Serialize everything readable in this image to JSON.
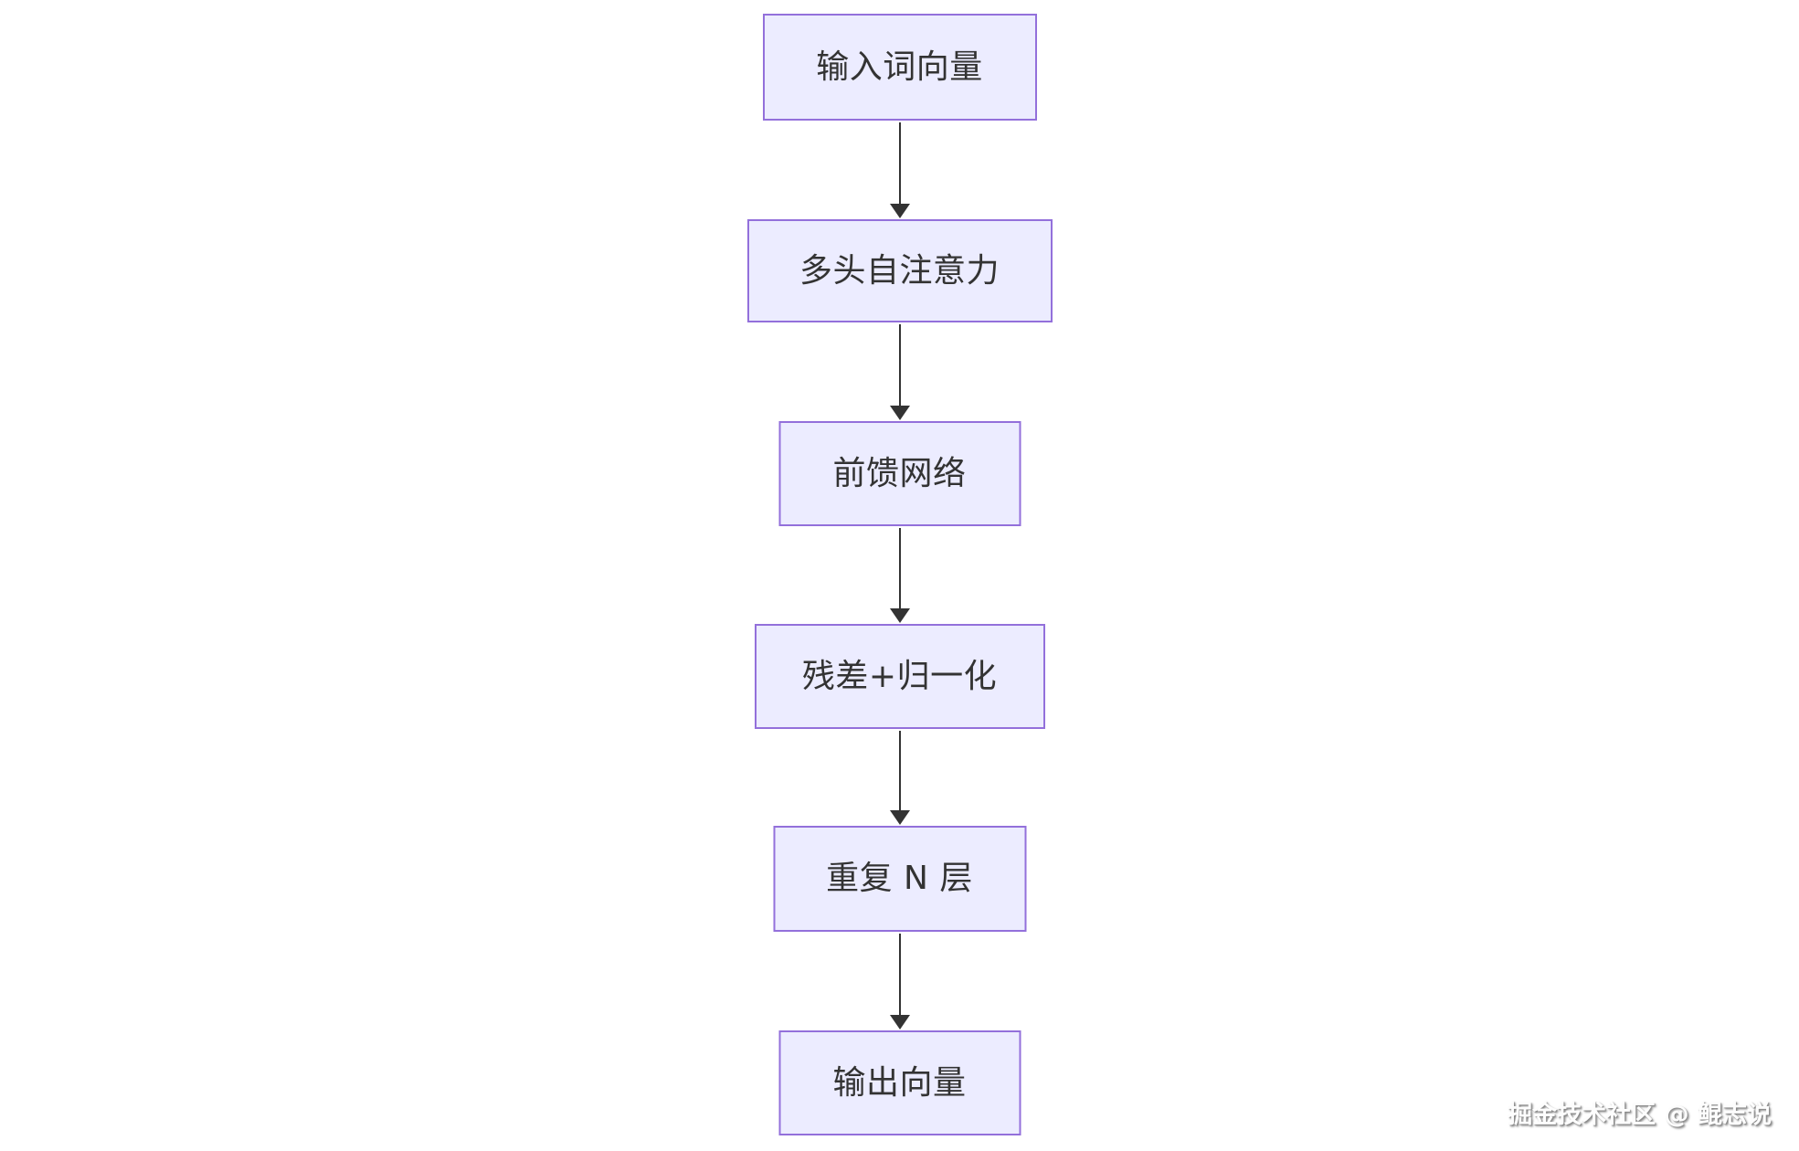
{
  "flowchart": {
    "type": "vertical-flow",
    "nodes": [
      {
        "label": "输入词向量"
      },
      {
        "label": "多头自注意力"
      },
      {
        "label": "前馈网络"
      },
      {
        "label": "残差+归一化"
      },
      {
        "label": "重复 N 层"
      },
      {
        "label": "输出向量"
      }
    ],
    "edges": [
      {
        "from": 0,
        "to": 1
      },
      {
        "from": 1,
        "to": 2
      },
      {
        "from": 2,
        "to": 3
      },
      {
        "from": 3,
        "to": 4
      },
      {
        "from": 4,
        "to": 5
      }
    ],
    "colors": {
      "background": "#ffffff",
      "node_fill": "#ECECFF",
      "node_border": "#9370DB",
      "node_text": "#333333",
      "arrow": "#333333"
    }
  },
  "watermark": {
    "text": "掘金技术社区 @ 鲲志说"
  }
}
